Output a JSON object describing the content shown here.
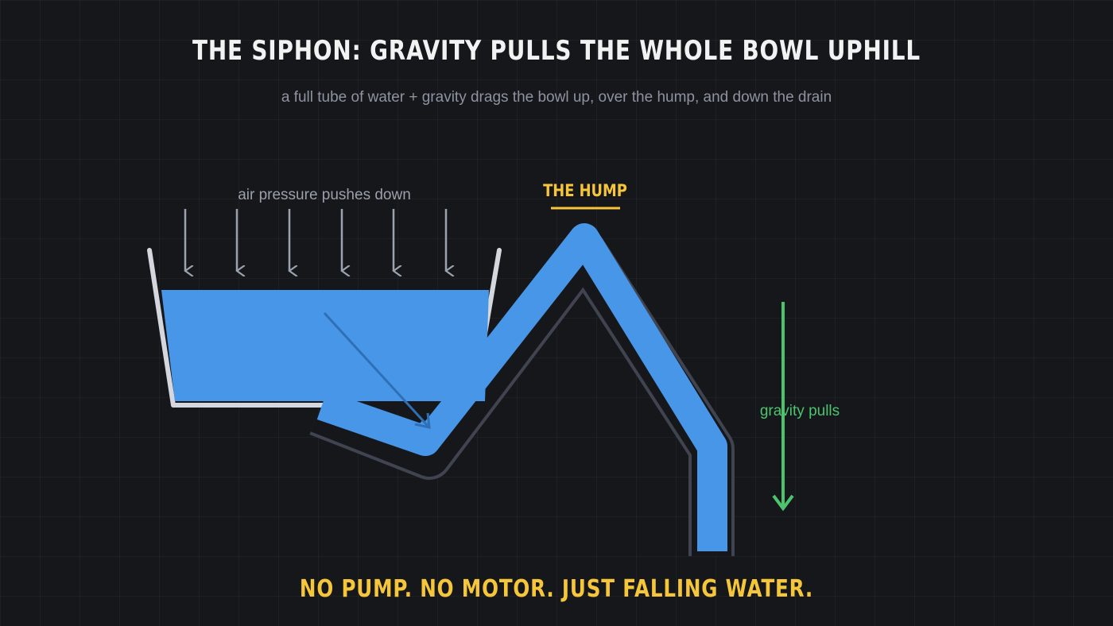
{
  "title": "THE SIPHON: GRAVITY PULLS THE WHOLE BOWL UPHILL",
  "subtitle": "a full tube of water + gravity drags the bowl up, over the hump, and down the drain",
  "labels": {
    "air_pressure": "air pressure pushes down",
    "hump": "THE HUMP",
    "gravity": "gravity pulls"
  },
  "footer": "NO PUMP. NO MOTOR. JUST FALLING WATER.",
  "colors": {
    "water": "#4896e8",
    "bowl_wall": "#d4d7dd",
    "pipe_outline": "#3f4450",
    "accent_yellow": "#f6c63a",
    "gravity_green": "#4cc46e",
    "air_arrow": "#9aa3ae",
    "flow_arrow": "#2f6fb5"
  },
  "air_arrow_count": 6
}
